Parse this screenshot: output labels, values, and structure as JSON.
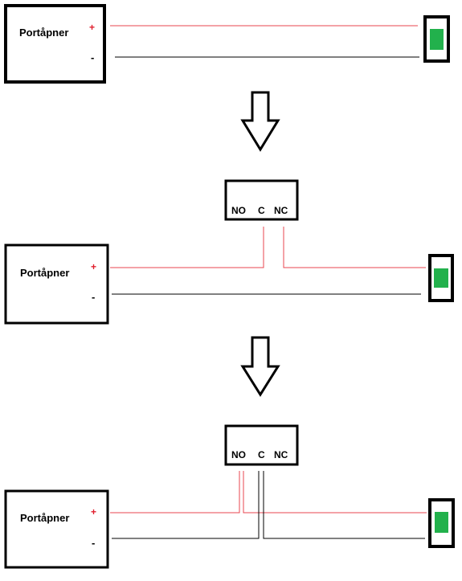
{
  "colors": {
    "positive_wire": "#e8464f",
    "negative_wire": "#000000",
    "plus_sign": "#e01e2d",
    "lamp": "#22b14c",
    "box_stroke": "#000000"
  },
  "stages": [
    {
      "opener_label": "Portåpner",
      "plus_label": "+",
      "minus_label": "-"
    },
    {
      "opener_label": "Portåpner",
      "plus_label": "+",
      "minus_label": "-",
      "relay": {
        "no_label": "NO",
        "c_label": "C",
        "nc_label": "NC"
      }
    },
    {
      "opener_label": "Portåpner",
      "plus_label": "+",
      "minus_label": "-",
      "relay": {
        "no_label": "NO",
        "c_label": "C",
        "nc_label": "NC"
      }
    }
  ],
  "arrows": [
    {
      "icon": "down-arrow-icon"
    },
    {
      "icon": "down-arrow-icon"
    }
  ]
}
